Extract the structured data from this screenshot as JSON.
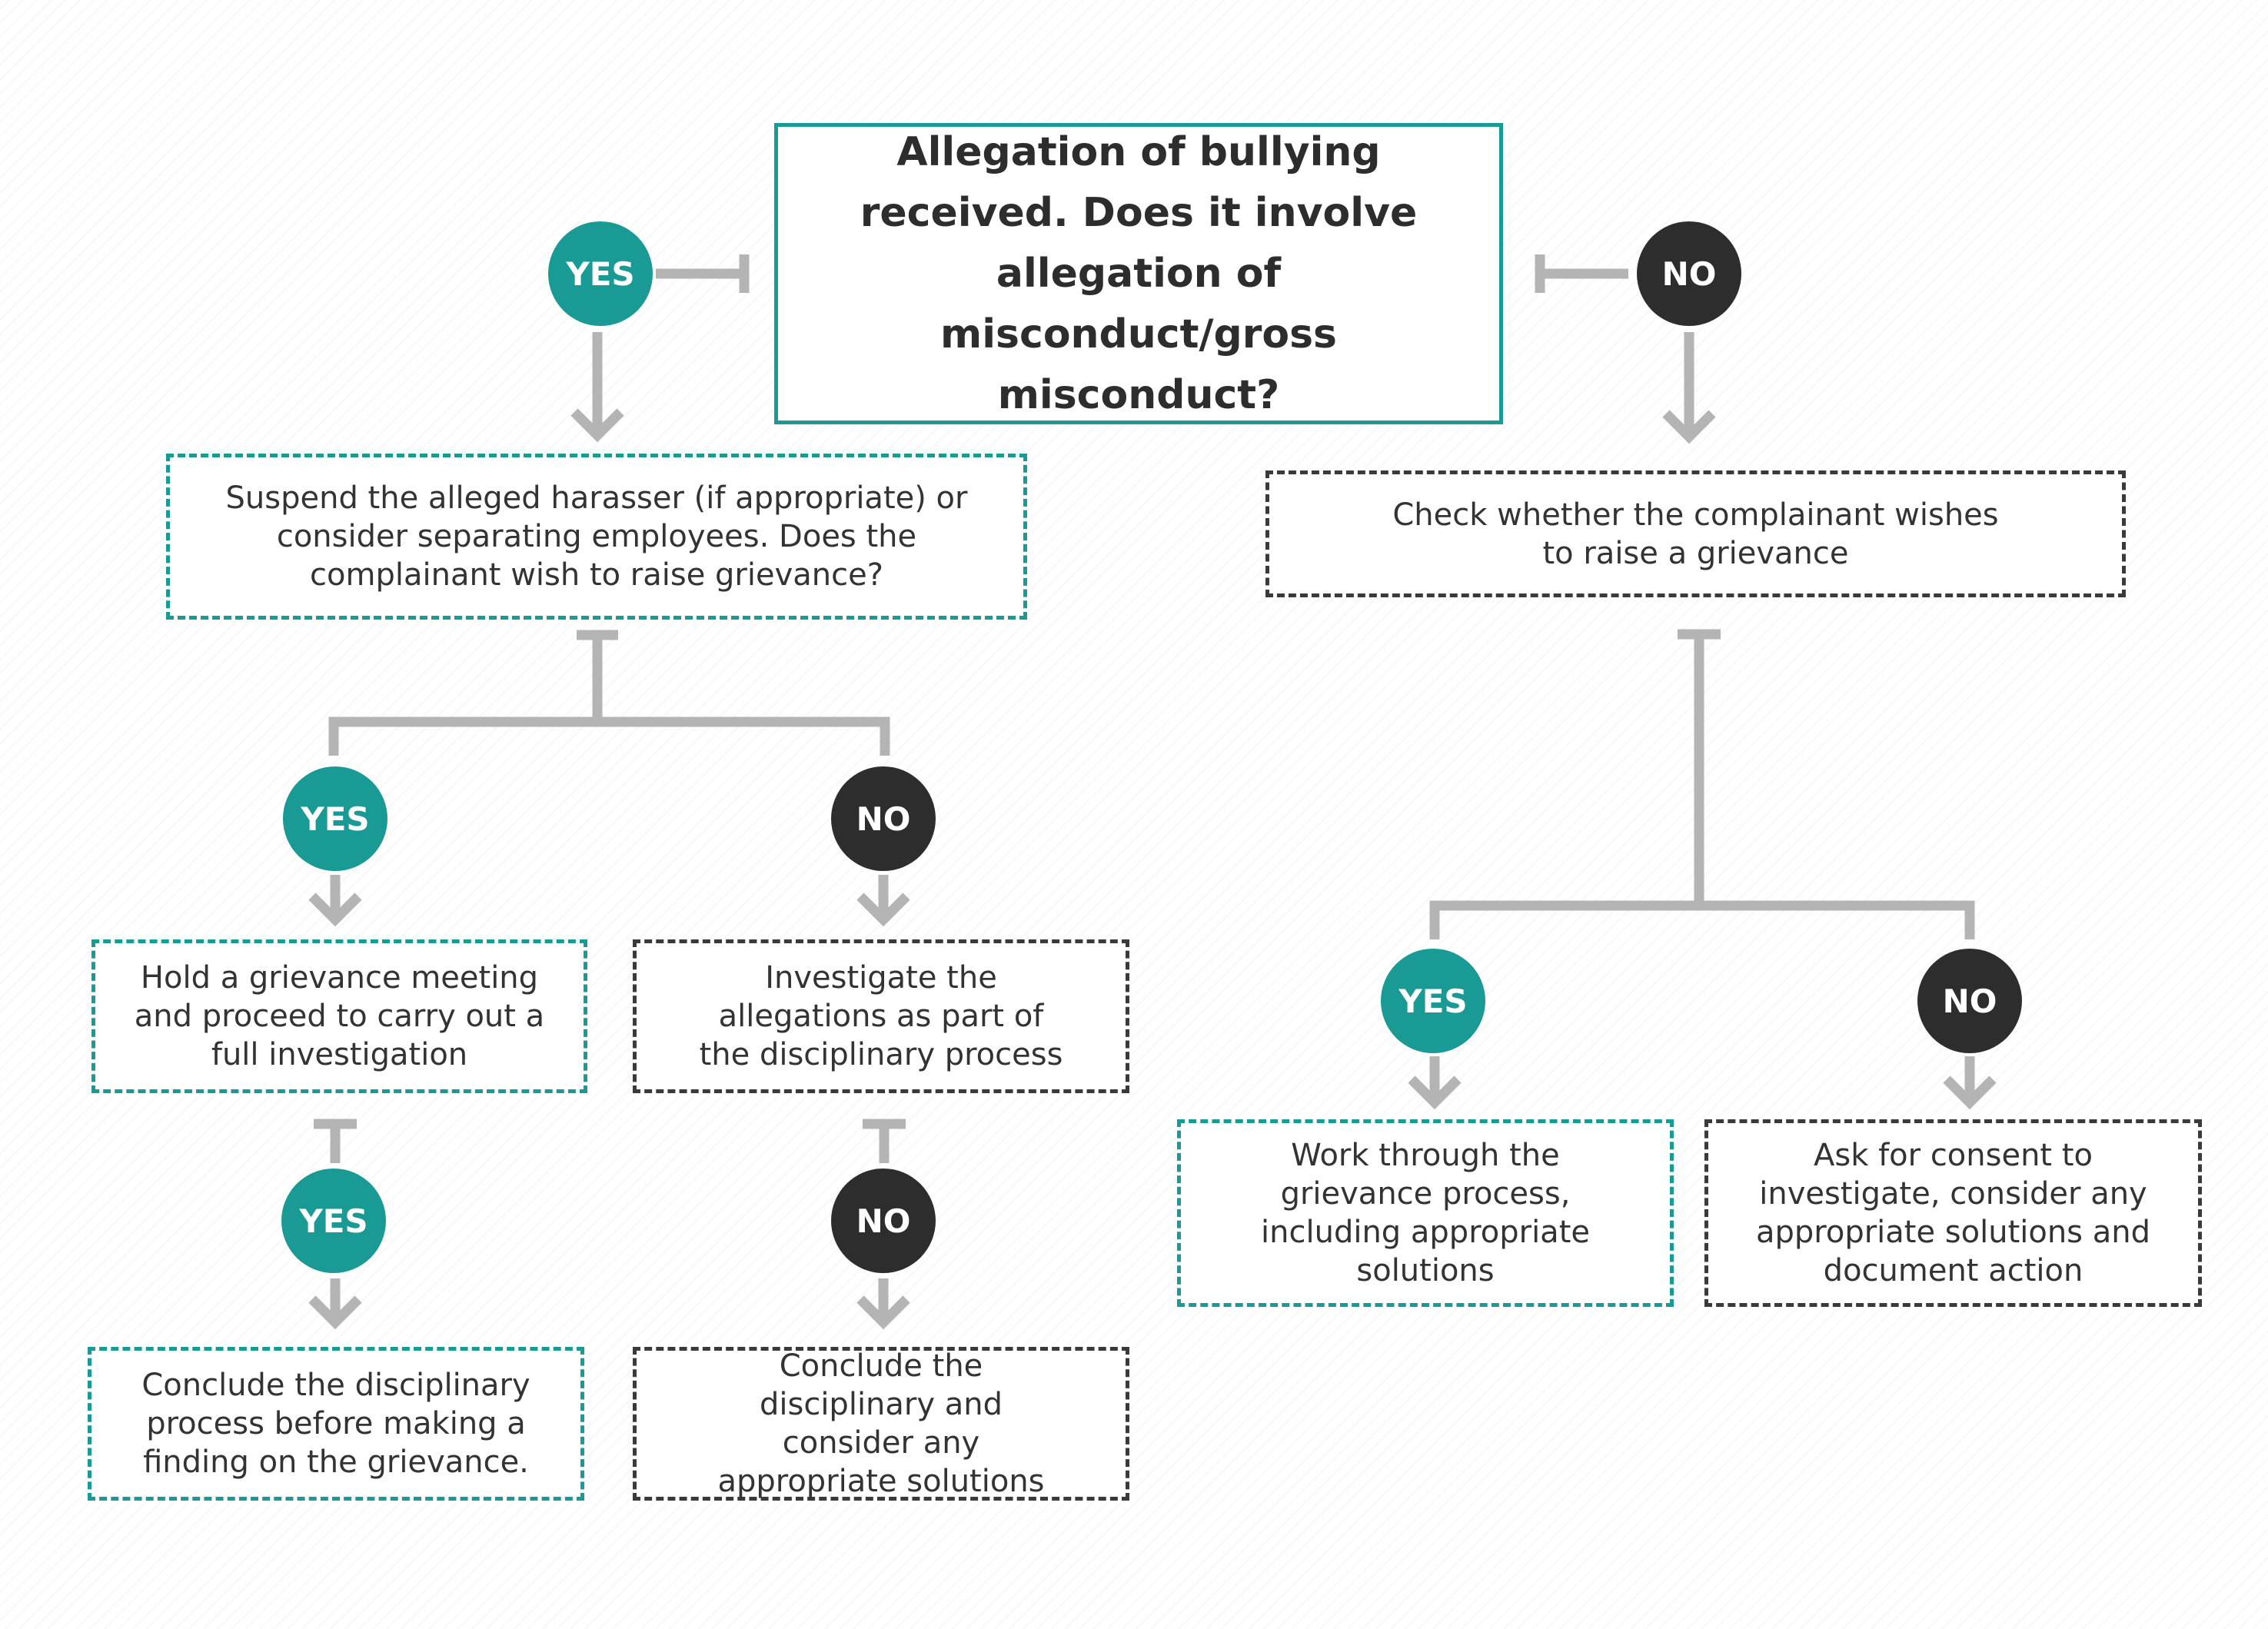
{
  "colors": {
    "teal": "#1a9a94",
    "dark": "#2d2d2d",
    "connector": "#b4b4b4"
  },
  "main_question": "Allegation of bullying received. Does it involve allegation of misconduct/gross misconduct?",
  "labels": {
    "top_yes": "YES",
    "top_no": "NO",
    "left_yes": "YES",
    "left_no": "NO",
    "bottom_yes": "YES",
    "bottom_no": "NO",
    "right_yes": "YES",
    "right_no": "NO"
  },
  "boxes": {
    "suspend": "Suspend the alleged harasser (if appropriate) or consider separating employees. Does the complainant wish to raise grievance?",
    "check_grievance": "Check whether the complainant wishes to raise a grievance",
    "hold_meeting": "Hold a grievance meeting and proceed to carry out a full investigation",
    "investigate_disciplinary": "Investigate the allegations as part of the disciplinary process",
    "conclude_before_finding": "Conclude the disciplinary process before making a finding on the grievance.",
    "conclude_consider": "Conclude the disciplinary and consider any appropriate solutions",
    "work_through": "Work through the grievance process, including appropriate solutions",
    "ask_consent": "Ask for consent to investigate, consider any appropriate solutions and document action"
  }
}
